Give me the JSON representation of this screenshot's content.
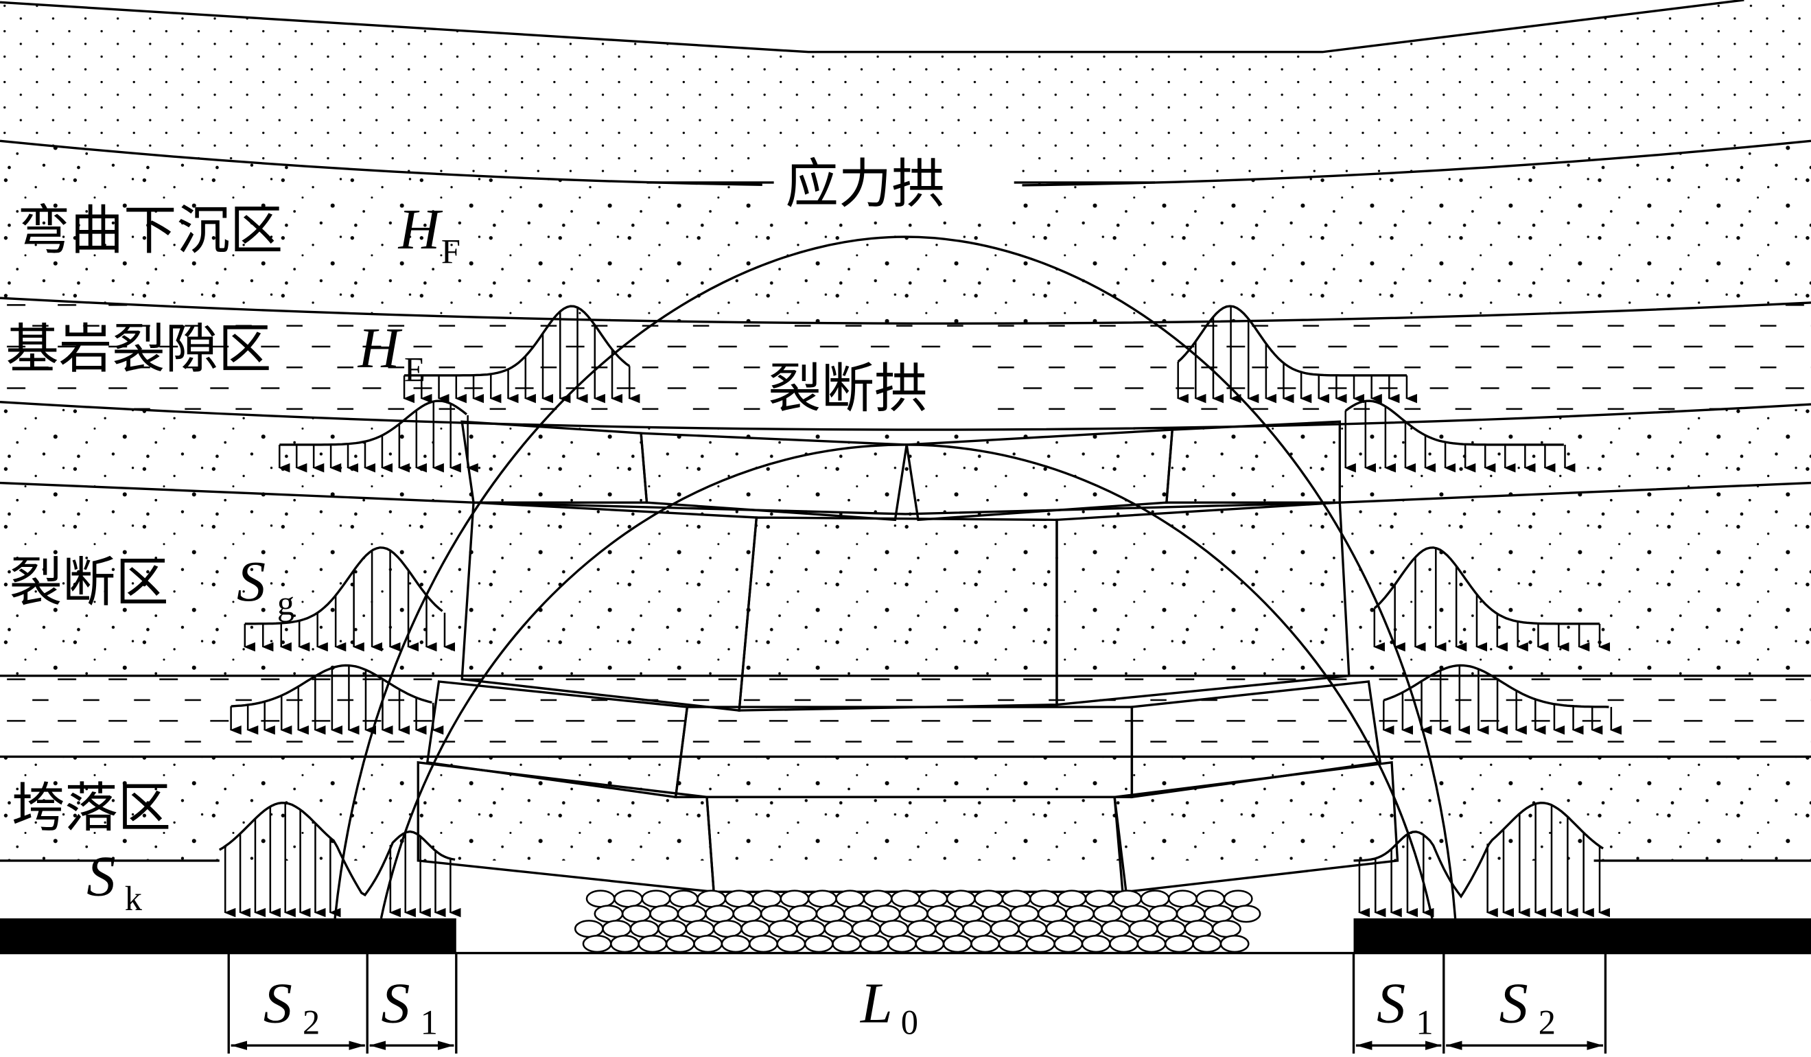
{
  "labels": {
    "stress_arch": "应力拱",
    "fracture_arch": "裂断拱",
    "bending_zone": "弯曲下沉区",
    "bending_zone_symbol": "H",
    "bending_zone_sub": "F",
    "fissure_zone": "基岩裂隙区",
    "fissure_zone_symbol": "H",
    "fissure_zone_sub": "E",
    "fracture_zone": "裂断区",
    "fracture_zone_symbol": "S",
    "fracture_zone_sub": "g",
    "caving_zone": "垮落区",
    "caving_zone_symbol": "S",
    "caving_zone_sub": "k"
  },
  "dimensions": {
    "s2_symbol": "S",
    "s2_sub": "2",
    "s1_symbol": "S",
    "s1_sub": "1",
    "l0_symbol": "L",
    "l0_sub": "0"
  },
  "colors": {
    "line": "#000000",
    "background": "#ffffff"
  }
}
